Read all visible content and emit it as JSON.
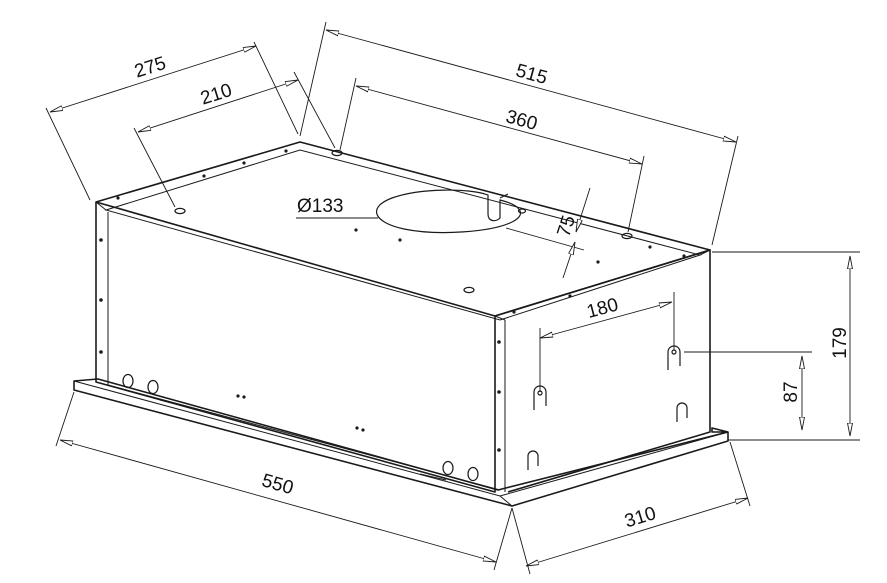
{
  "dimensions": {
    "d275": "275",
    "d210": "210",
    "d515": "515",
    "d360": "360",
    "d133": "Ø133",
    "d75": "75",
    "d180": "180",
    "d179": "179",
    "d87": "87",
    "d550": "550",
    "d310": "310"
  }
}
